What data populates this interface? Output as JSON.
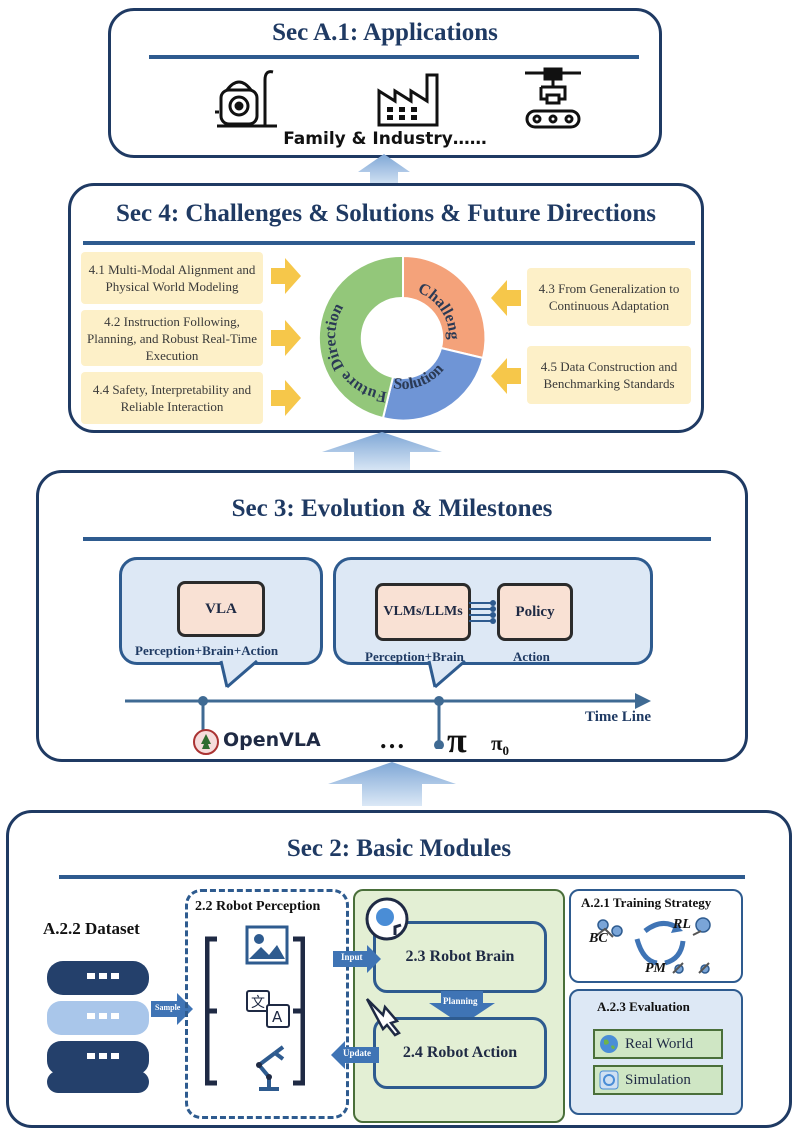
{
  "sec_a1": {
    "title": "Sec A.1: Applications",
    "caption": "Family & Industry……",
    "icons": [
      "vacuum-robot-icon",
      "factory-icon",
      "robotic-arm-conveyor-icon"
    ]
  },
  "sec4": {
    "title": "Sec 4: Challenges & Solutions & Future Directions",
    "left_items": [
      "4.1 Multi-Modal Alignment and Physical World Modeling",
      "4.2 Instruction Following, Planning, and Robust Real-Time Execution",
      "4.4 Safety, Interpretability and Reliable Interaction"
    ],
    "right_items": [
      "4.3 From Generalization to Continuous Adaptation",
      "4.5 Data Construction and Benchmarking Standards"
    ],
    "ring": {
      "challenge": "Challenge",
      "solution": "Solution",
      "future": "Future Direction",
      "colors": {
        "challenge": "#f4a27a",
        "solution": "#6f95d6",
        "future": "#93c77a"
      }
    }
  },
  "sec3": {
    "title": "Sec 3: Evolution & Milestones",
    "vla": "VLA",
    "vla_caption": "Perception+Brain+Action",
    "vlms": "VLMs/LLMs",
    "policy": "Policy",
    "caption_left": "Perception+Brain",
    "caption_right": "Action",
    "timeline": "Time Line",
    "openvla": "OpenVLA",
    "ellipsis": "…",
    "pi": "π",
    "pi0": "π",
    "pi0_sub": "0"
  },
  "sec2": {
    "title": "Sec 2: Basic Modules",
    "dataset": "A.2.2 Dataset",
    "sample": "Sample",
    "perception": "2.2 Robot Perception",
    "input": "Input",
    "update": "Update",
    "planning": "Planning",
    "brain": "2.3 Robot Brain",
    "action": "2.4 Robot Action",
    "training_title": "A.2.1 Training Strategy",
    "bc": "BC",
    "rl": "RL",
    "pm": "PM",
    "eval_title": "A.2.3 Evaluation",
    "real_world": "Real World",
    "simulation": "Simulation"
  }
}
